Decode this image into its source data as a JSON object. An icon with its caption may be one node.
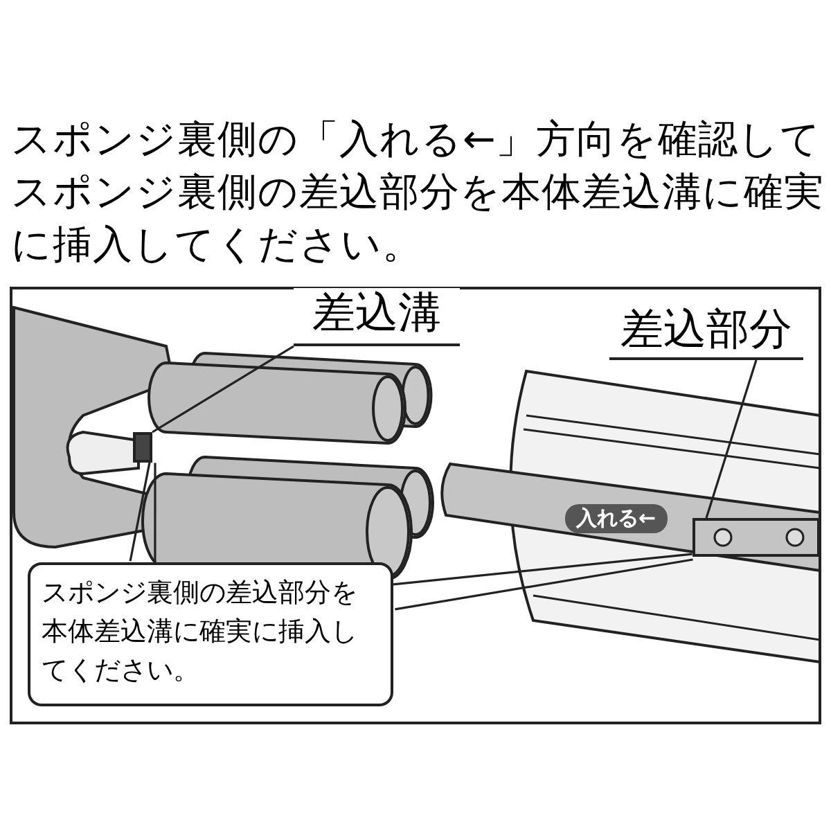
{
  "diagram": {
    "title": "スポンジ裏側の「入れる←」方向を確認してスポンジ裏側の差込部分を本体差込溝に確実に挿入してください。",
    "nodes": [
      {
        "text": [
          "差込溝"
        ]
      },
      {
        "text": [],
        "shape": "box"
      },
      {
        "text": [
          "差込部分"
        ]
      },
      {
        "text": [],
        "shape": "bar"
      },
      {
        "text": [
          "スポンジ裏側の差込部分を本体差込溝に確実に挿入してください。"
        ]
      }
    ],
    "edges": [
      {
        "from": 0,
        "to": 1,
        "arrow": "none"
      },
      {
        "from": 2,
        "to": 3,
        "arrow": "none"
      },
      {
        "from": 4,
        "to": 1,
        "arrow": "none"
      },
      {
        "from": 4,
        "to": 3,
        "arrow": "none"
      }
    ],
    "labels": [
      "入れる←"
    ]
  }
}
